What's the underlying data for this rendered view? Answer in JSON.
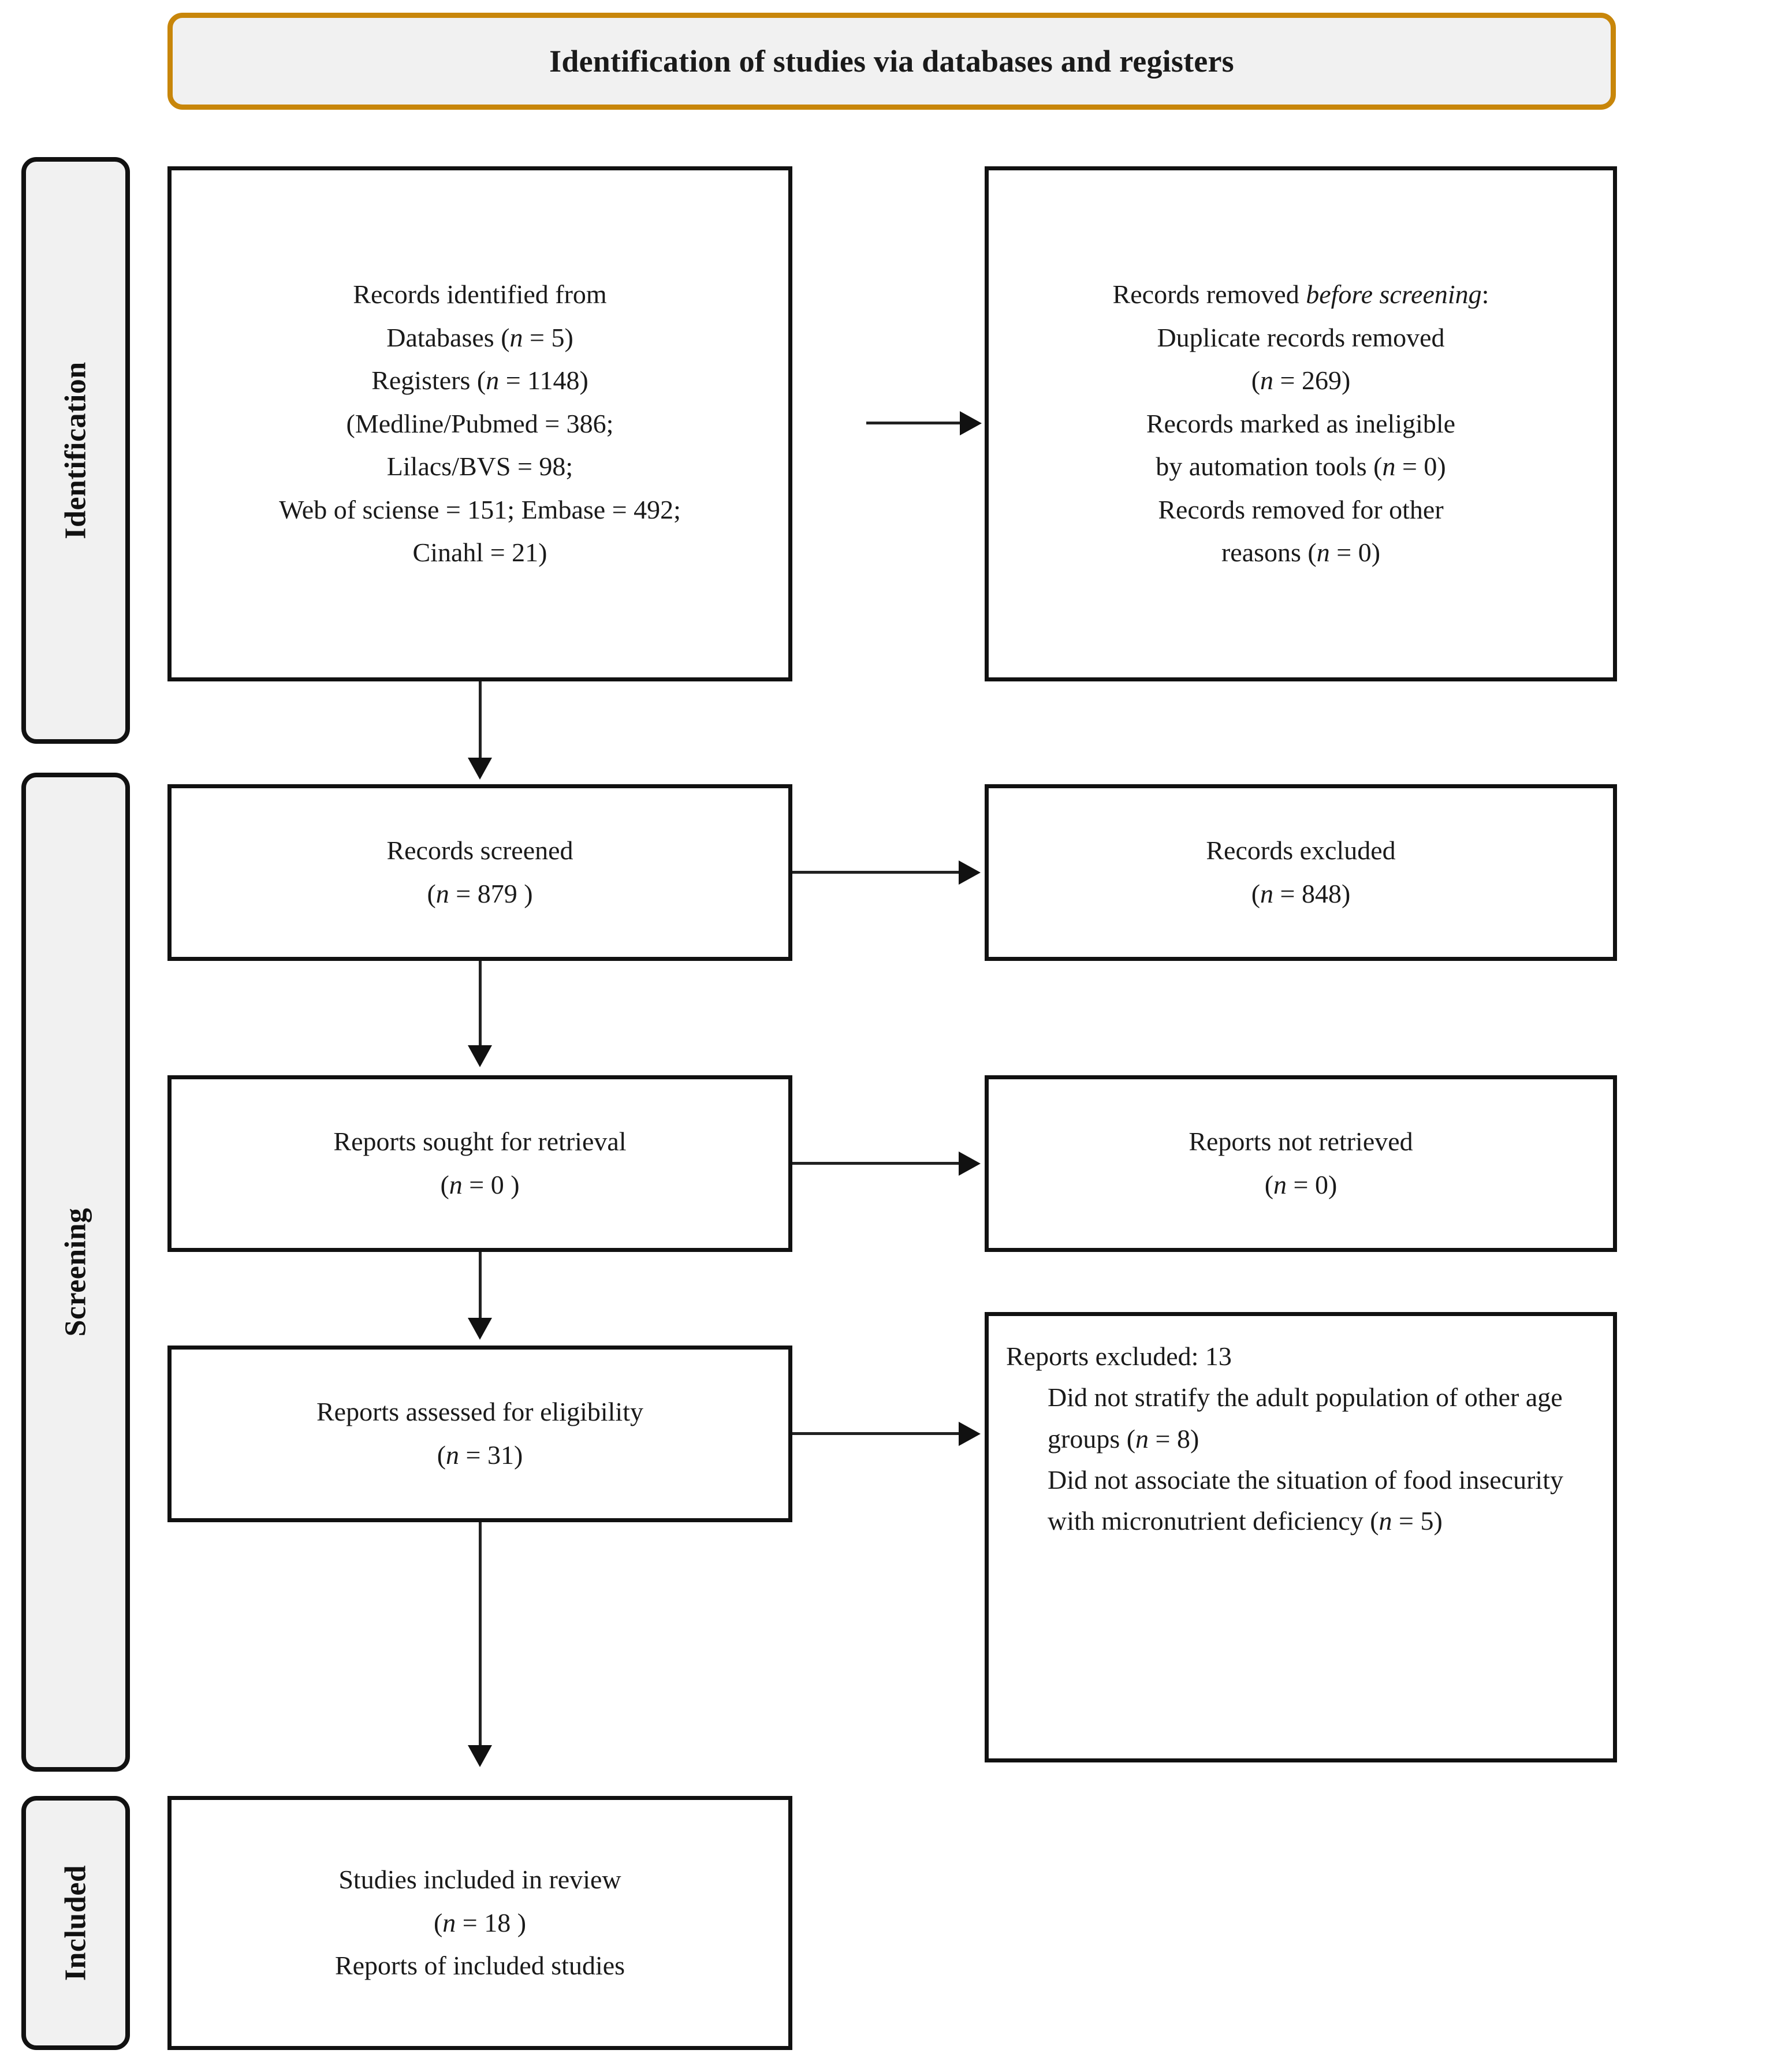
{
  "banner": {
    "title": "Identification of studies via databases and registers"
  },
  "rails": [
    {
      "id": "identification",
      "label": "Identification"
    },
    {
      "id": "screening",
      "label": "Screening"
    },
    {
      "id": "included",
      "label": "Included"
    }
  ],
  "boxes": {
    "identified": {
      "lines": [
        "Records identified from",
        "Databases (n = 5)",
        "Registers (n = 1148)",
        "(Medline/Pubmed = 386;",
        "Lilacs/BVS = 98;",
        "Web of sciense = 151; Embase = 492;",
        "Cinahl = 21)"
      ]
    },
    "removed": {
      "title_prefix": "Records removed ",
      "title_italic": "before screening",
      "title_suffix": ":",
      "lines": [
        "Duplicate records removed",
        "(n = 269)",
        "Records marked as ineligible",
        "by automation tools (n = 0)",
        "Records removed for other",
        "reasons (n = 0)"
      ]
    },
    "screened": {
      "lines": [
        "Records screened",
        "(n = 879 )"
      ]
    },
    "excluded": {
      "lines": [
        "Records excluded",
        "(n = 848)"
      ]
    },
    "sought": {
      "lines": [
        "Reports sought for retrieval",
        "(n = 0 )"
      ]
    },
    "not_retrieved": {
      "lines": [
        "Reports not retrieved",
        "(n = 0)"
      ]
    },
    "assessed": {
      "lines": [
        "Reports assessed for eligibility",
        "(n = 31)"
      ]
    },
    "reports_excluded": {
      "heading": "Reports excluded: 13",
      "reasons": [
        "Did not stratify the adult population of other age groups (n = 8)",
        "Did not associate the situation of food insecurity with micronutrient deficiency (n = 5)"
      ]
    },
    "included": {
      "lines": [
        "Studies included in review",
        "(n = 18 )",
        "Reports of included studies"
      ]
    }
  },
  "colors": {
    "banner_border": "#C8860A",
    "banner_fill": "#F1F1F1",
    "rail_border": "#111111",
    "rail_fill": "#F1F1F1",
    "box_border": "#111111",
    "connector": "#222222"
  }
}
